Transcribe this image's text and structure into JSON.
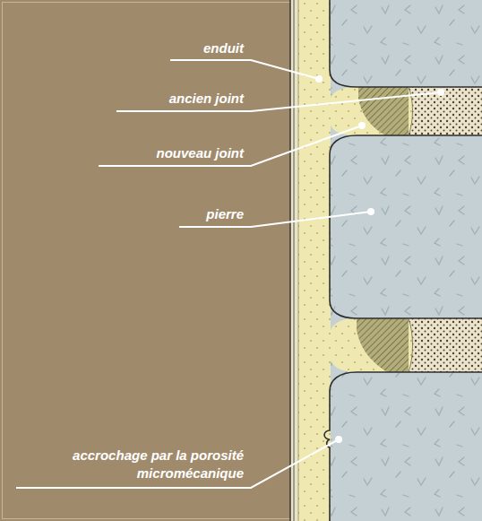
{
  "diagram": {
    "labels": [
      "enduit",
      "ancien joint",
      "nouveau joint",
      "pierre",
      "accrochage par la porosité micromécanique"
    ]
  }
}
